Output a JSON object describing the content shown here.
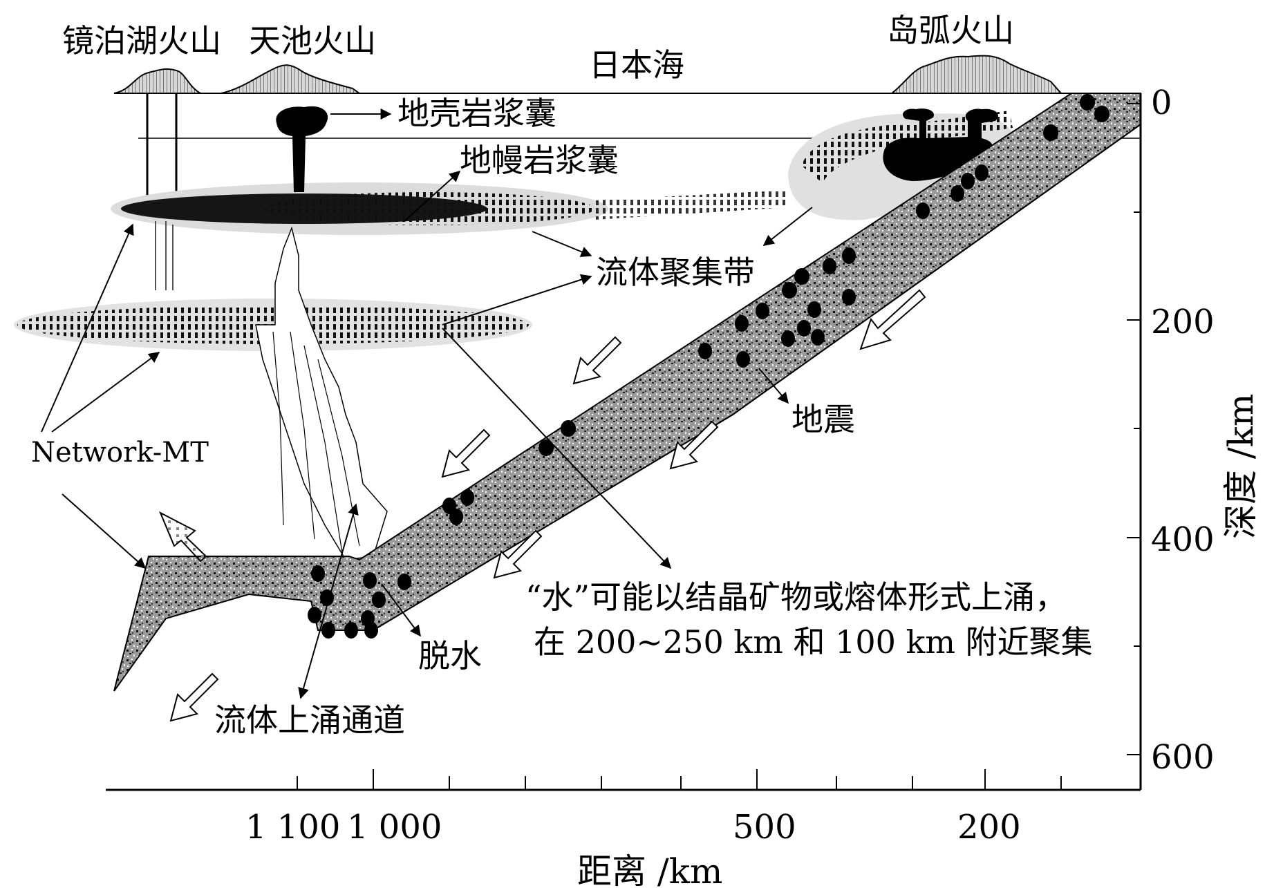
{
  "labels": {
    "volcano_jingpohu": "镜泊湖火山",
    "volcano_tianchi": "天池火山",
    "sea": "日本海",
    "volcano_arc": "岛弧火山",
    "crust_chamber": "地壳岩浆囊",
    "mantle_chamber": "地幔岩浆囊",
    "fluid_zone": "流体聚集带",
    "earthquake": "地震",
    "network_mt": "Network-MT",
    "dehydration": "脱水",
    "upwelling_channel": "流体上涌通道",
    "note_line1": "“水”可能以结晶矿物或熔体形式上涌，",
    "note_line2": "在 200~250 km 和 100 km 附近聚集"
  },
  "axes": {
    "x_title": "距离 /km",
    "y_title": "深度 /km",
    "x_ticks": [
      "1 100",
      "1 000",
      "500",
      "200"
    ],
    "y_ticks": [
      "0",
      "200",
      "400",
      "600"
    ]
  },
  "colors": {
    "ink": "#000000",
    "halo": "#dcdcdc",
    "slab_fill": "#8a8a8a",
    "arrow_fill": "#ffffff"
  }
}
